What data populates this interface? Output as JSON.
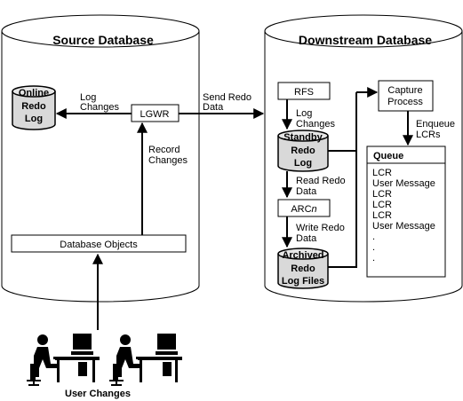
{
  "source": {
    "title": "Source Database",
    "online_redo_log": {
      "line1": "Online",
      "line2": "Redo",
      "line3": "Log"
    },
    "log_changes": {
      "line1": "Log",
      "line2": "Changes"
    },
    "lgwr": "LGWR",
    "record_changes": {
      "line1": "Record",
      "line2": "Changes"
    },
    "database_objects": "Database Objects"
  },
  "send_redo_data": {
    "line1": "Send Redo",
    "line2": "Data"
  },
  "downstream": {
    "title": "Downstream Database",
    "rfs": "RFS",
    "log_changes": {
      "line1": "Log",
      "line2": "Changes"
    },
    "standby_redo_log": {
      "line1": "Standby",
      "line2": "Redo",
      "line3": "Log"
    },
    "read_redo_data": {
      "line1": "Read Redo",
      "line2": "Data"
    },
    "arcn": {
      "prefix": "ARC",
      "suffix": "n"
    },
    "write_redo_data": {
      "line1": "Write Redo",
      "line2": "Data"
    },
    "archived_redo_log_files": {
      "line1": "Archived",
      "line2": "Redo",
      "line3": "Log Files"
    },
    "capture_process": {
      "line1": "Capture",
      "line2": "Process"
    },
    "enqueue_lcrs": {
      "line1": "Enqueue",
      "line2": "LCRs"
    },
    "queue": {
      "title": "Queue",
      "items": [
        "LCR",
        "User Message",
        "LCR",
        "LCR",
        "LCR",
        "User Message",
        ".",
        ".",
        "."
      ]
    }
  },
  "user_changes": "User Changes"
}
